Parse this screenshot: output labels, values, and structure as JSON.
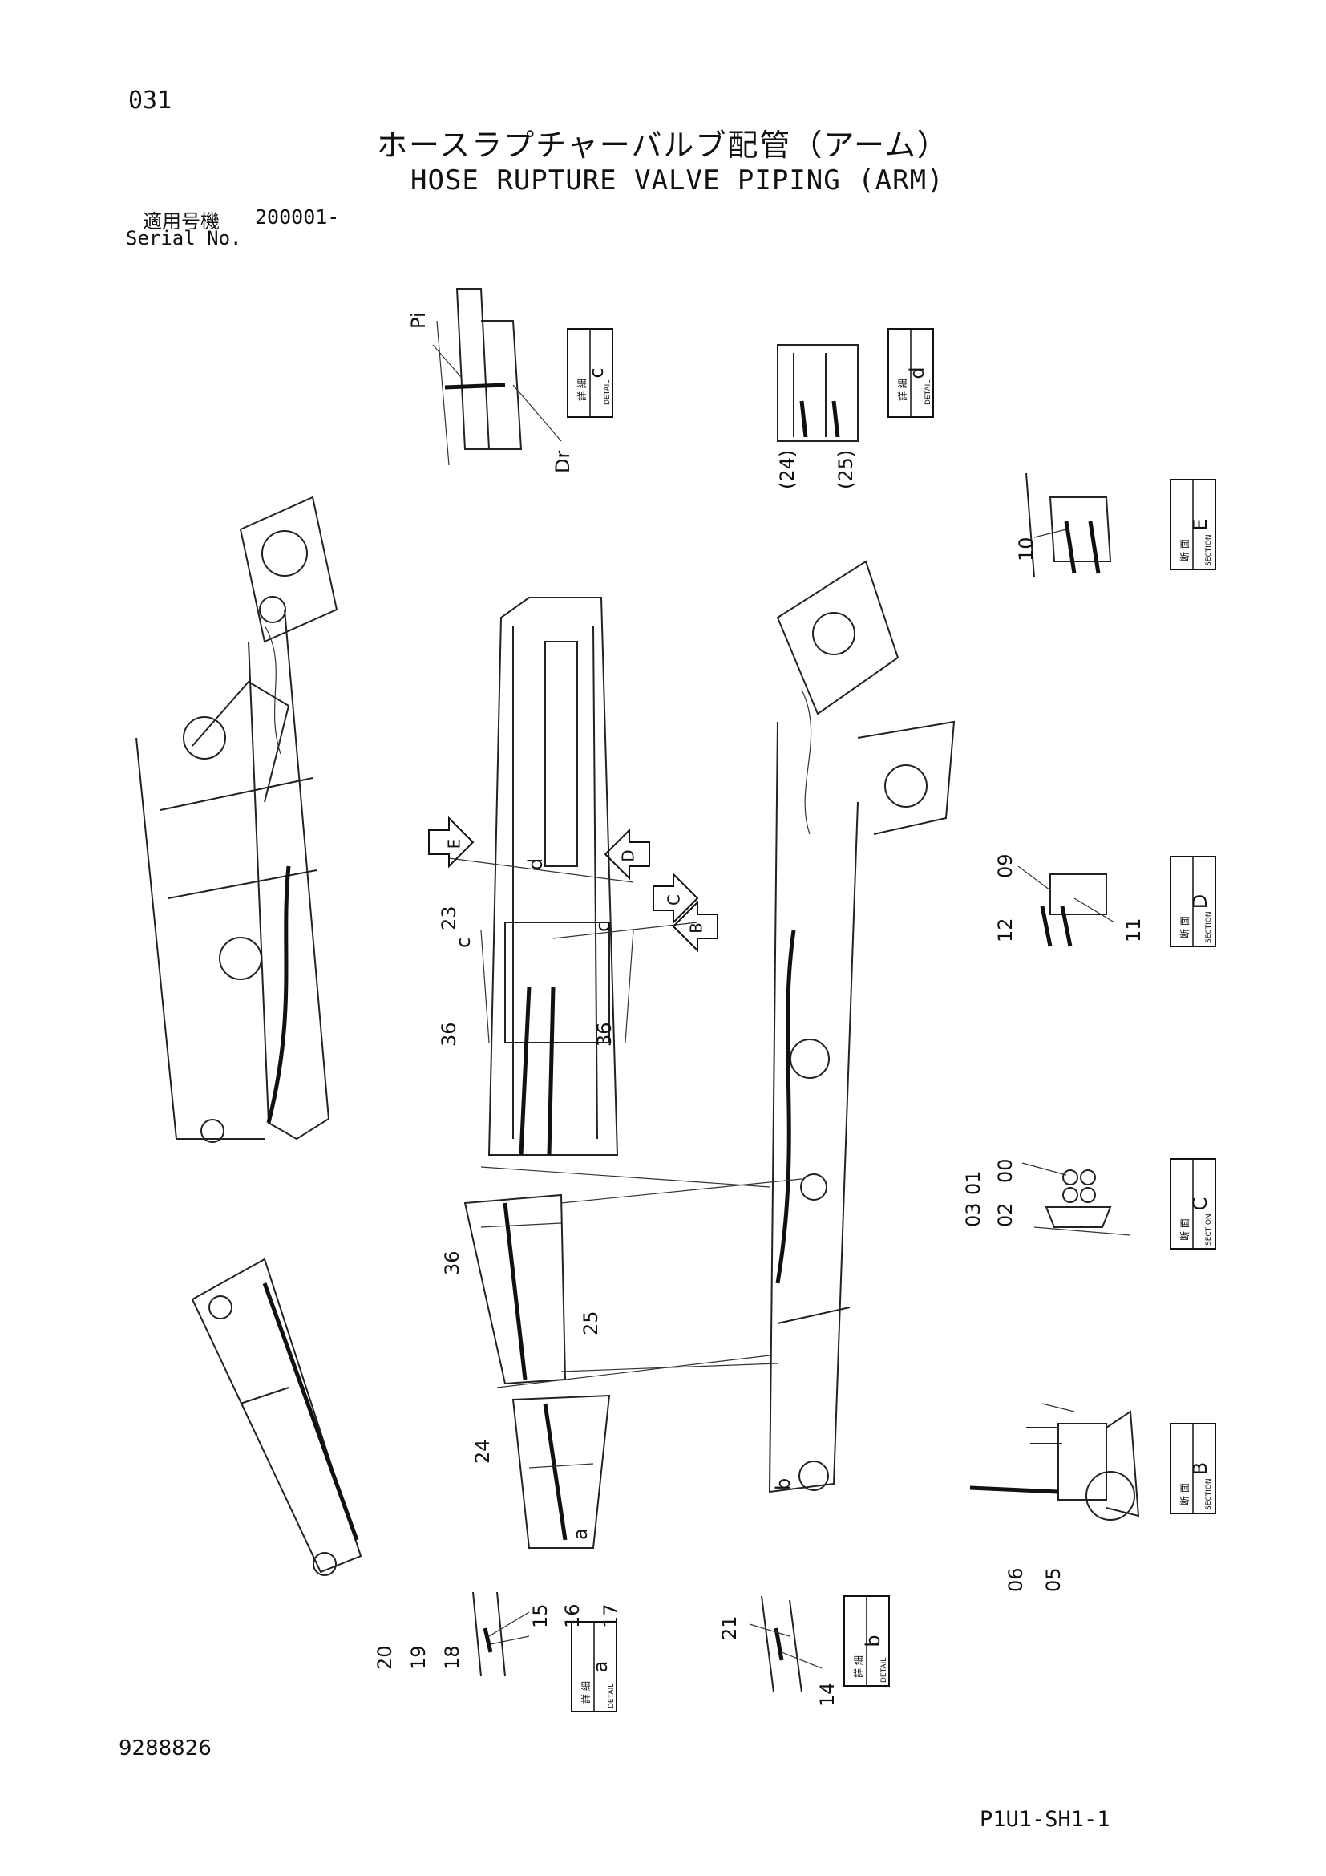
{
  "header": {
    "page_number": "031",
    "title_jp": "ホースラプチャーバルブ配管（アーム）",
    "title_en": "HOSE RUPTURE VALVE PIPING (ARM)",
    "serial_label_jp": "適用号機",
    "serial_value": "200001-",
    "serial_label_en": "Serial No."
  },
  "footer": {
    "document_number": "9288826",
    "sheet_code": "P1U1-SH1-1"
  },
  "boxes": {
    "detail_jp": "詳 細",
    "detail_en": "DETAIL",
    "section_jp": "断 面",
    "section_en": "SECTION",
    "c": "c",
    "d": "d",
    "a": "a",
    "b": "b",
    "E": "E",
    "D": "D",
    "C": "C",
    "B": "B"
  },
  "arrows": {
    "E": "E",
    "D": "D",
    "C": "C",
    "B": "B"
  },
  "callouts": {
    "pi": "Pi",
    "dr": "Dr",
    "p24": "(24)",
    "p25": "(25)",
    "n10": "10",
    "n09": "09",
    "n12": "12",
    "n11": "11",
    "n01": "01",
    "n00": "00",
    "n03": "03",
    "n02": "02",
    "n06": "06",
    "n05": "05",
    "n23": "23",
    "d_main": "d",
    "c_left": "c",
    "c_right": "c",
    "n36_left": "36",
    "n36_right": "36",
    "n36_mid": "36",
    "n25": "25",
    "n24": "24",
    "a_main": "a",
    "b_main": "b",
    "n15": "15",
    "n16": "16",
    "n17": "17",
    "n18": "18",
    "n19": "19",
    "n20": "20",
    "n21": "21",
    "n14": "14"
  }
}
